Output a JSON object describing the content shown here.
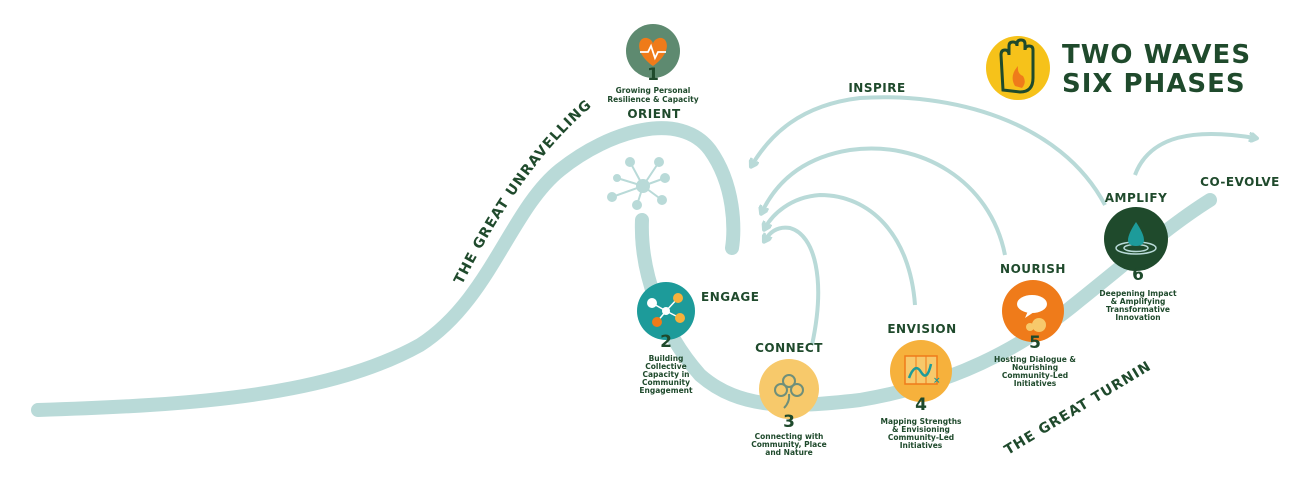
{
  "title": {
    "line1": "TWO WAVES",
    "line2": "SIX PHASES"
  },
  "wave_labels": {
    "unravelling": "THE GREAT UNRAVELLING",
    "turning": "THE GREAT TURNING"
  },
  "flow_labels": {
    "inspire": "INSPIRE",
    "coevolve": "CO-EVOLVE"
  },
  "phases": [
    {
      "num": "1",
      "name": "ORIENT",
      "desc": [
        "Growing Personal",
        "Resilience & Capacity"
      ],
      "color": "#5e8a70",
      "icon": "heart-pulse-icon"
    },
    {
      "num": "2",
      "name": "ENGAGE",
      "desc": [
        "Building",
        "Collective",
        "Capacity in",
        "Community",
        "Engagement"
      ],
      "color": "#1d9b9a",
      "icon": "network-people-icon"
    },
    {
      "num": "3",
      "name": "CONNECT",
      "desc": [
        "Connecting with",
        "Community, Place",
        "and Nature"
      ],
      "color": "#f7c96b",
      "icon": "clover-icon"
    },
    {
      "num": "4",
      "name": "ENVISION",
      "desc": [
        "Mapping Strengths",
        "& Envisioning",
        "Community-Led",
        "Initiatives"
      ],
      "color": "#f6b13c",
      "icon": "map-icon"
    },
    {
      "num": "5",
      "name": "NOURISH",
      "desc": [
        "Hosting Dialogue &",
        "Nourishing",
        "Community-Led",
        "Initiatives"
      ],
      "color": "#ef7b1a",
      "icon": "speech-bubble-icon"
    },
    {
      "num": "6",
      "name": "AMPLIFY",
      "desc": [
        "Deepening Impact",
        "& Amplifying",
        "Transformative",
        "Innovation"
      ],
      "color": "#1f4a2c",
      "icon": "water-drop-icon"
    }
  ],
  "colors": {
    "wave": "#b9dad8",
    "text": "#1f4a2c",
    "logo_bg": "#f6c21a"
  }
}
